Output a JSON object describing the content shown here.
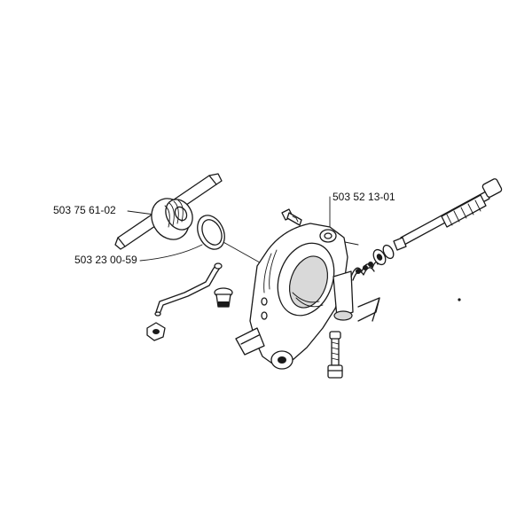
{
  "diagram": {
    "part_numbers": [
      {
        "id": "worm-gear-assembly",
        "text": "503 75 61-02"
      },
      {
        "id": "o-ring",
        "text": "503 23 00-59"
      },
      {
        "id": "oil-pump-housing",
        "text": "503 52 13-01"
      }
    ],
    "colors": {
      "ink": "#1a1a1a",
      "background": "#ffffff",
      "shade": "#d9d9d9"
    }
  }
}
